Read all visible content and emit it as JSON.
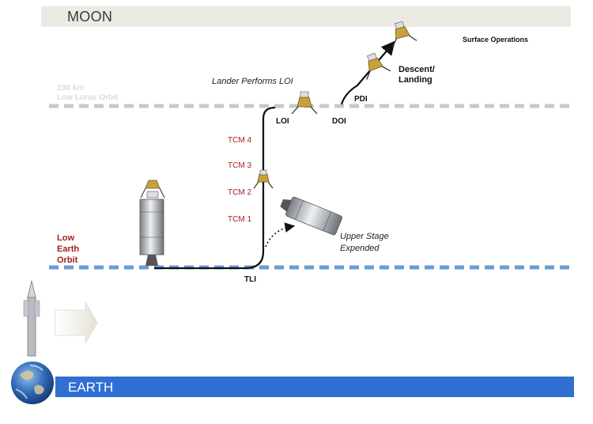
{
  "bands": {
    "moon": "MOON",
    "earth": "EARTH"
  },
  "orbits": {
    "lunar_line1": "100 km",
    "lunar_line2": "Low Lunar Orbit",
    "leo_line1": "Low",
    "leo_line2": "Earth",
    "leo_line3": "Orbit"
  },
  "tcm": [
    "TCM 4",
    "TCM 3",
    "TCM 2",
    "TCM 1"
  ],
  "events": {
    "tli": "TLI",
    "loi": "LOI",
    "doi": "DOI",
    "pdi": "PDI",
    "lander_loi": "Lander Performs LOI",
    "upper_stage_line1": "Upper Stage",
    "upper_stage_line2": "Expended",
    "descent_line1": "Descent/",
    "descent_line2": "Landing",
    "surface_ops": "Surface Operations"
  },
  "colors": {
    "earth_band": "#2f6fd1",
    "moon_band": "#ebeae3",
    "leo_dash": "#6a9bd6",
    "lunar_dash": "#c8c8c8",
    "label_red": "#a32020"
  },
  "icons": [
    "rocket-icon",
    "earth-globe-icon",
    "arrow-right-icon",
    "spacecraft-stack-icon",
    "lander-icon",
    "upper-stage-icon"
  ]
}
